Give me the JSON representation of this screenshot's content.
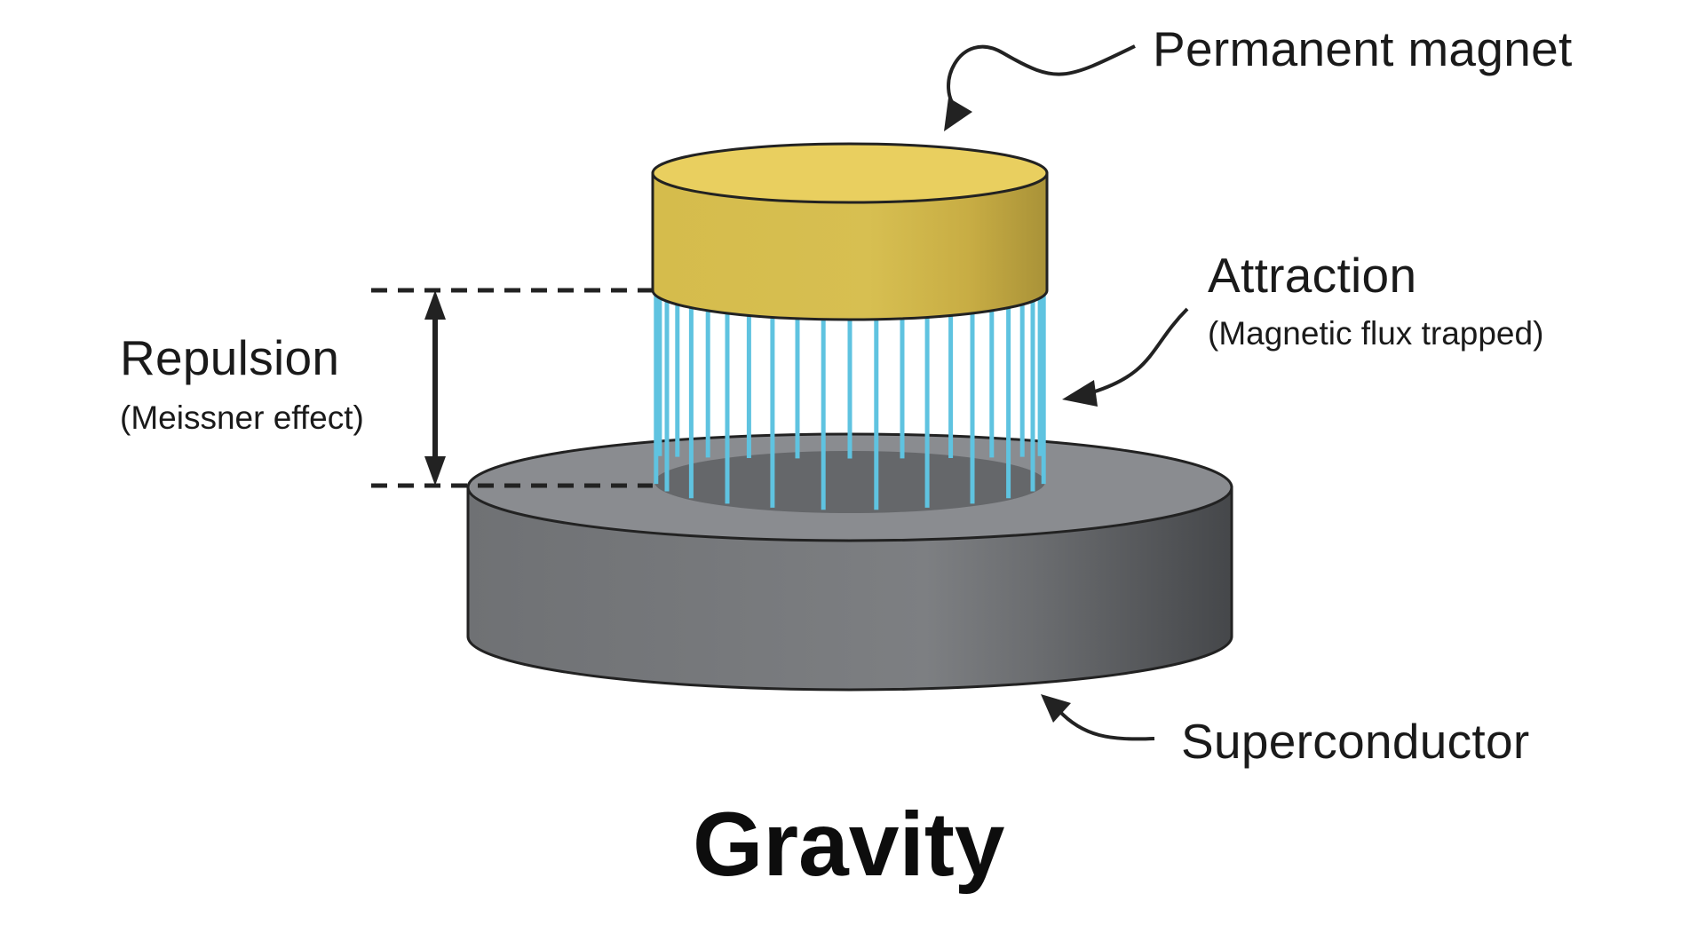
{
  "labels": {
    "magnet": "Permanent magnet",
    "attraction": "Attraction",
    "attraction_note": "(Magnetic flux trapped)",
    "repulsion": "Repulsion",
    "repulsion_note": "(Meissner effect)",
    "superconductor": "Superconductor",
    "force": "Gravity"
  },
  "colors": {
    "magnet": "#d9c04f",
    "superconductor": "#7e8083",
    "flux_lines": "#5fc3e0",
    "text": "#1a1a1a"
  },
  "flux_line_count": 23
}
